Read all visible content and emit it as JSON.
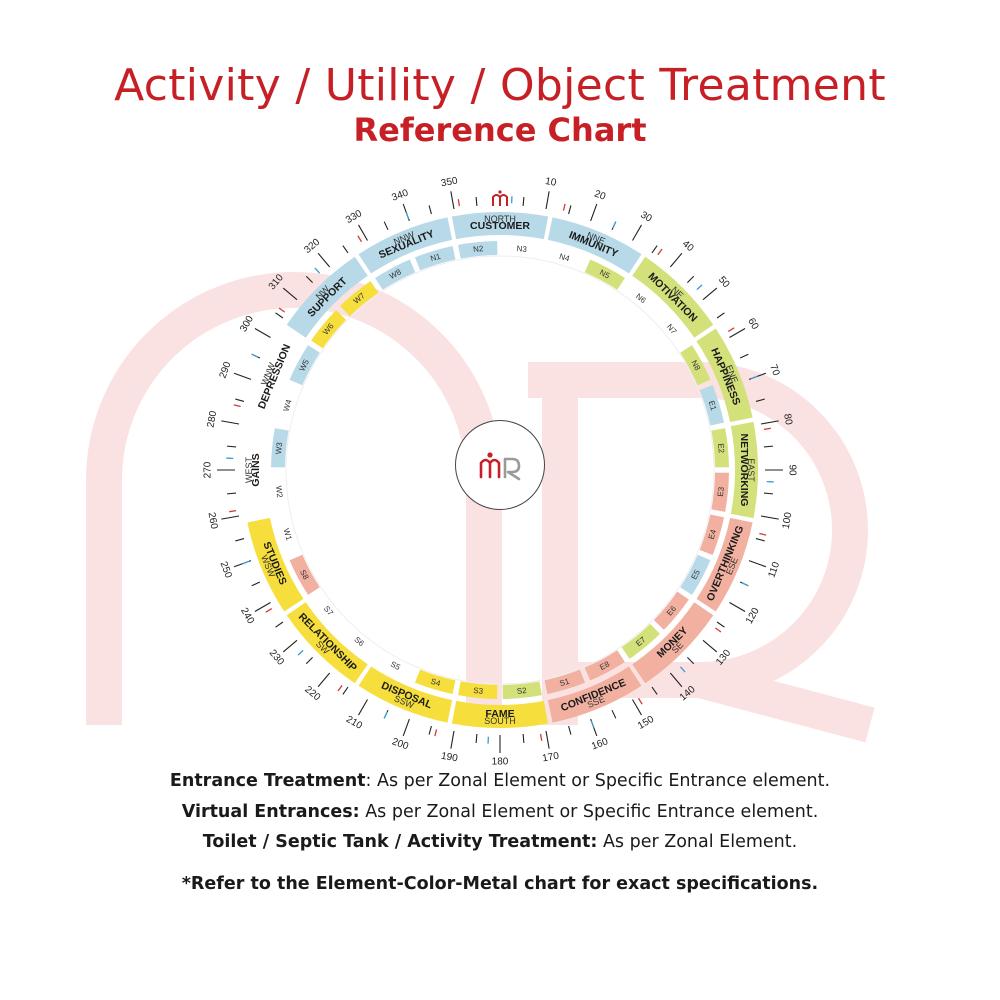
{
  "header": {
    "title": "Activity / Utility / Object Treatment",
    "subtitle": "Reference Chart"
  },
  "colors": {
    "title_red": "#c62026",
    "water_blue": "#b8d9e8",
    "earth_green": "#d4e07a",
    "fire_salmon": "#f2b0a0",
    "metal_yellow": "#f6df3c",
    "watermark_pink": "#fbe2e2"
  },
  "wheel": {
    "north_icon": "mr-logo-icon",
    "center_logo": "mr-logo-icon",
    "directions": [
      {
        "label": "NORTH",
        "deg": 0
      },
      {
        "label": "NNE",
        "deg": 22.5
      },
      {
        "label": "NE",
        "deg": 45
      },
      {
        "label": "ENE",
        "deg": 67.5
      },
      {
        "label": "EAST",
        "deg": 90
      },
      {
        "label": "ESE",
        "deg": 112.5
      },
      {
        "label": "SE",
        "deg": 135
      },
      {
        "label": "SSE",
        "deg": 157.5
      },
      {
        "label": "SOUTH",
        "deg": 180
      },
      {
        "label": "SSW",
        "deg": 202.5
      },
      {
        "label": "SW",
        "deg": 225
      },
      {
        "label": "WSW",
        "deg": 247.5
      },
      {
        "label": "WEST",
        "deg": 270
      },
      {
        "label": "WNW",
        "deg": 292.5
      },
      {
        "label": "NW",
        "deg": 315
      },
      {
        "label": "NNW",
        "deg": 337.5
      }
    ],
    "degree_labels": [
      "10",
      "20",
      "30",
      "40",
      "50",
      "60",
      "70",
      "80",
      "90",
      "100",
      "110",
      "120",
      "130",
      "140",
      "150",
      "160",
      "170",
      "180",
      "190",
      "200",
      "210",
      "220",
      "230",
      "240",
      "250",
      "260",
      "270",
      "280",
      "290",
      "300",
      "310",
      "320",
      "330",
      "340",
      "350"
    ],
    "zones": [
      {
        "name": "CUSTOMER",
        "color": "#b8d9e8"
      },
      {
        "name": "IMMUNITY",
        "color": "#b8d9e8"
      },
      {
        "name": "MOTIVATION",
        "color": "#d4e07a"
      },
      {
        "name": "HAPPINESS",
        "color": "#d4e07a"
      },
      {
        "name": "NETWORKING",
        "color": "#d4e07a"
      },
      {
        "name": "OVERTHINKING",
        "color": "#f2b0a0"
      },
      {
        "name": "MONEY",
        "color": "#f2b0a0"
      },
      {
        "name": "CONFIDENCE",
        "color": "#f2b0a0"
      },
      {
        "name": "FAME",
        "color": "#f6df3c"
      },
      {
        "name": "DISPOSAL",
        "color": "#f6df3c"
      },
      {
        "name": "RELATIONSHIP",
        "color": "#f6df3c"
      },
      {
        "name": "STUDIES",
        "color": "#f6df3c"
      },
      {
        "name": "GAINS",
        "color": "#ffffff"
      },
      {
        "name": "DEPRESSION",
        "color": "#ffffff"
      },
      {
        "name": "SUPPORT",
        "color": "#b8d9e8"
      },
      {
        "name": "SEXUALITY",
        "color": "#b8d9e8"
      }
    ],
    "entrances": [
      {
        "label": "N1",
        "color": "#b8d9e8"
      },
      {
        "label": "N2",
        "color": "#b8d9e8"
      },
      {
        "label": "N3",
        "color": ""
      },
      {
        "label": "N4",
        "color": ""
      },
      {
        "label": "N5",
        "color": "#d4e07a"
      },
      {
        "label": "N6",
        "color": ""
      },
      {
        "label": "N7",
        "color": ""
      },
      {
        "label": "N8",
        "color": "#d4e07a"
      },
      {
        "label": "E1",
        "color": "#b8d9e8"
      },
      {
        "label": "E2",
        "color": "#d4e07a"
      },
      {
        "label": "E3",
        "color": "#f2b0a0"
      },
      {
        "label": "E4",
        "color": "#f2b0a0"
      },
      {
        "label": "E5",
        "color": "#b8d9e8"
      },
      {
        "label": "E6",
        "color": "#f2b0a0"
      },
      {
        "label": "E7",
        "color": "#d4e07a"
      },
      {
        "label": "E8",
        "color": "#f2b0a0"
      },
      {
        "label": "S1",
        "color": "#f2b0a0"
      },
      {
        "label": "S2",
        "color": "#d4e07a"
      },
      {
        "label": "S3",
        "color": "#f6df3c"
      },
      {
        "label": "S4",
        "color": "#f6df3c"
      },
      {
        "label": "S5",
        "color": ""
      },
      {
        "label": "S6",
        "color": ""
      },
      {
        "label": "S7",
        "color": ""
      },
      {
        "label": "S8",
        "color": "#f2b0a0"
      },
      {
        "label": "W1",
        "color": ""
      },
      {
        "label": "W2",
        "color": ""
      },
      {
        "label": "W3",
        "color": "#b8d9e8"
      },
      {
        "label": "W4",
        "color": ""
      },
      {
        "label": "W5",
        "color": "#b8d9e8"
      },
      {
        "label": "W6",
        "color": "#f6df3c"
      },
      {
        "label": "W7",
        "color": "#f6df3c"
      },
      {
        "label": "W8",
        "color": "#b8d9e8"
      }
    ]
  },
  "notes": {
    "entrance_label": "Entrance Treatment",
    "entrance_text": ":  As per Zonal Element or Specific Entrance element.",
    "virtual_label": "Virtual Entrances:",
    "virtual_text": "  As per Zonal Element or Specific Entrance element.",
    "toilet_label": "Toilet / Septic Tank / Activity Treatment:",
    "toilet_text": " As per Zonal Element.",
    "footnote": "*Refer to the Element-Color-Metal chart for exact specifications."
  }
}
